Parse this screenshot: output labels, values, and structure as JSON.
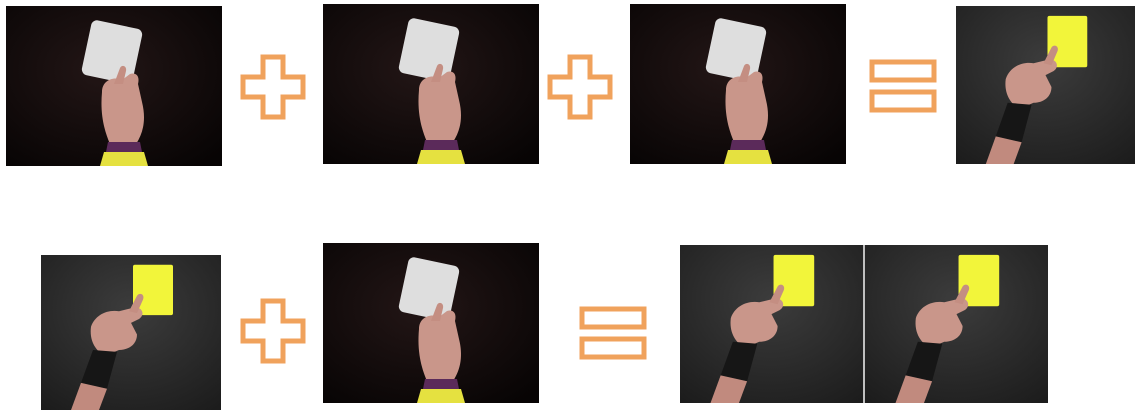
{
  "colors": {
    "operator_orange": "#f0a25c",
    "white_card": "#dedede",
    "yellow_card": "#f2f53a",
    "dark_background": "#0b0707",
    "grey_background": "#2a2a2a",
    "skin": "#c9968a",
    "sleeve_yellow": "#e5e140",
    "sleeve_purple": "#5b2a5a",
    "wristband_black": "#161616"
  },
  "equations": [
    {
      "terms": [
        "white-card",
        "white-card",
        "white-card"
      ],
      "operators": [
        "plus",
        "plus"
      ],
      "result": [
        "yellow-card"
      ]
    },
    {
      "terms": [
        "yellow-card",
        "white-card"
      ],
      "operators": [
        "plus"
      ],
      "result": [
        "yellow-card",
        "yellow-card"
      ]
    }
  ]
}
